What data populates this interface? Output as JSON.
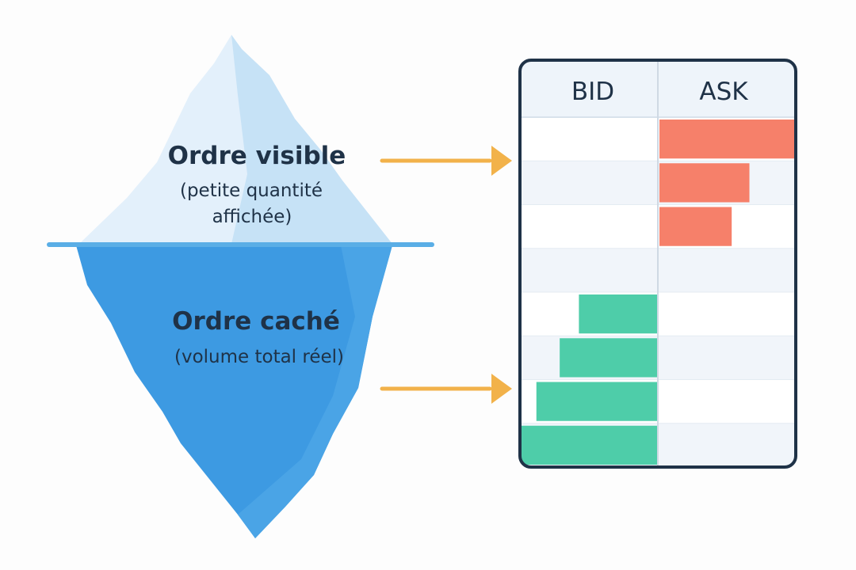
{
  "iceberg": {
    "visible_title": "Ordre visible",
    "visible_sub_line1": "(petite quantité",
    "visible_sub_line2": "affichée)",
    "hidden_title": "Ordre caché",
    "hidden_sub": "(volume total réel)",
    "colors": {
      "tip_light": "#e6f2fb",
      "tip_shade": "#c9e4f7",
      "body": "#3f9be2",
      "body_light": "#56a9e8",
      "waterline": "#5aaee6"
    }
  },
  "arrows": {
    "color": "#f2b24a"
  },
  "order_book": {
    "bid_header": "BID",
    "ask_header": "ASK",
    "rows": 8,
    "ask_levels": [
      1.0,
      0.66,
      0.53,
      0,
      0,
      0,
      0,
      0
    ],
    "bid_levels": [
      0,
      0,
      0,
      0,
      0.57,
      0.71,
      0.88,
      1.0
    ],
    "colors": {
      "ask": "#f6806a",
      "bid": "#4ecda9",
      "header_bg": "#f2f6fb",
      "row_alt": "#f1f5fa",
      "border": "#1f3247"
    }
  }
}
